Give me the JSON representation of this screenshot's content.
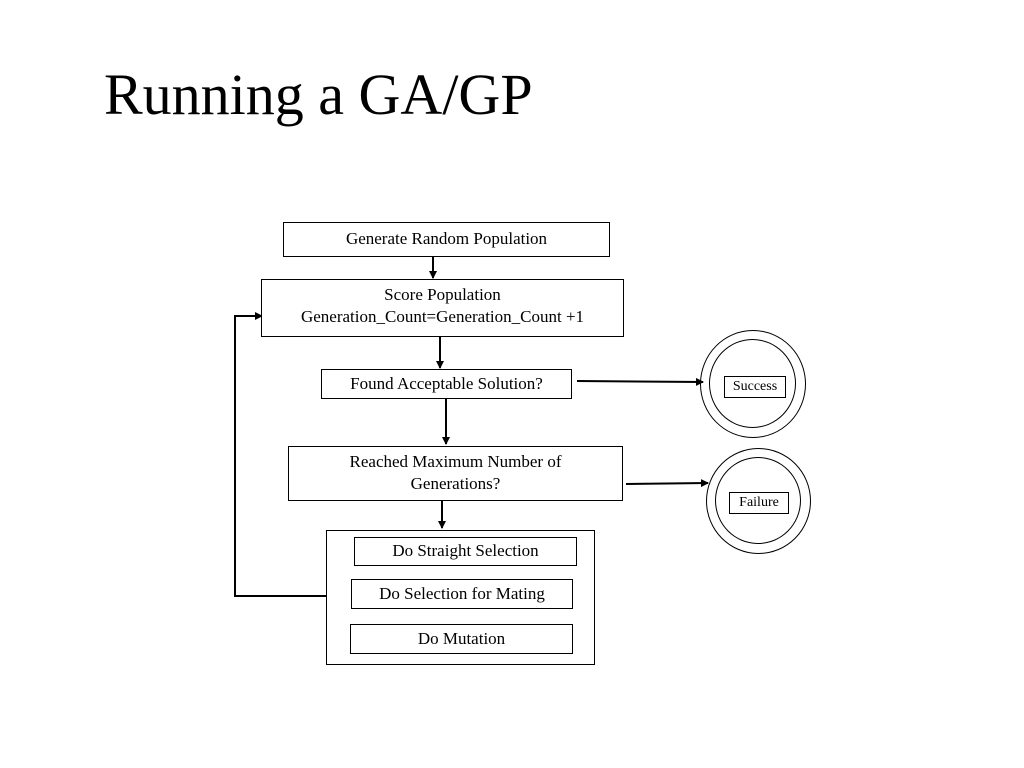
{
  "slide": {
    "title": "Running a GA/GP"
  },
  "flowchart": {
    "generate": "Generate Random Population",
    "score_line1": "Score Population",
    "score_line2": "Generation_Count=Generation_Count +1",
    "found": "Found Acceptable Solution?",
    "reached_line1": "Reached Maximum Number of",
    "reached_line2": "Generations?",
    "straight_selection": "Do Straight Selection",
    "selection_mating": "Do Selection for Mating",
    "mutation": "Do Mutation",
    "success": "Success",
    "failure": "Failure"
  },
  "colors": {
    "stroke": "#000000",
    "background": "#ffffff"
  }
}
